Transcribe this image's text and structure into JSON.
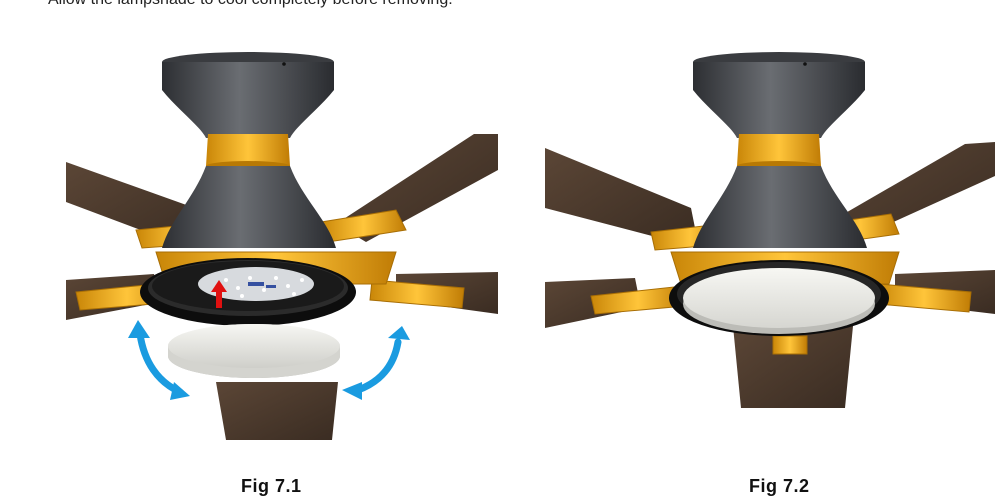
{
  "instruction": "Allow the lampshade to cool completely before removing.",
  "figures": [
    {
      "caption": "Fig 7.1"
    },
    {
      "caption": "Fig 7.2"
    }
  ],
  "colors": {
    "motor_housing": "#4a4d52",
    "gold_ring": "#e8a317",
    "blade_wood": "#4b3a2e",
    "lampshade": "#e9e9e4",
    "trim_ring": "#111111",
    "rotation_arrow": "#1a9be0",
    "push_arrow": "#e01010"
  },
  "icons": [
    "rotate-counterclockwise-arrow-icon",
    "rotate-clockwise-arrow-icon",
    "push-up-arrow-icon"
  ]
}
